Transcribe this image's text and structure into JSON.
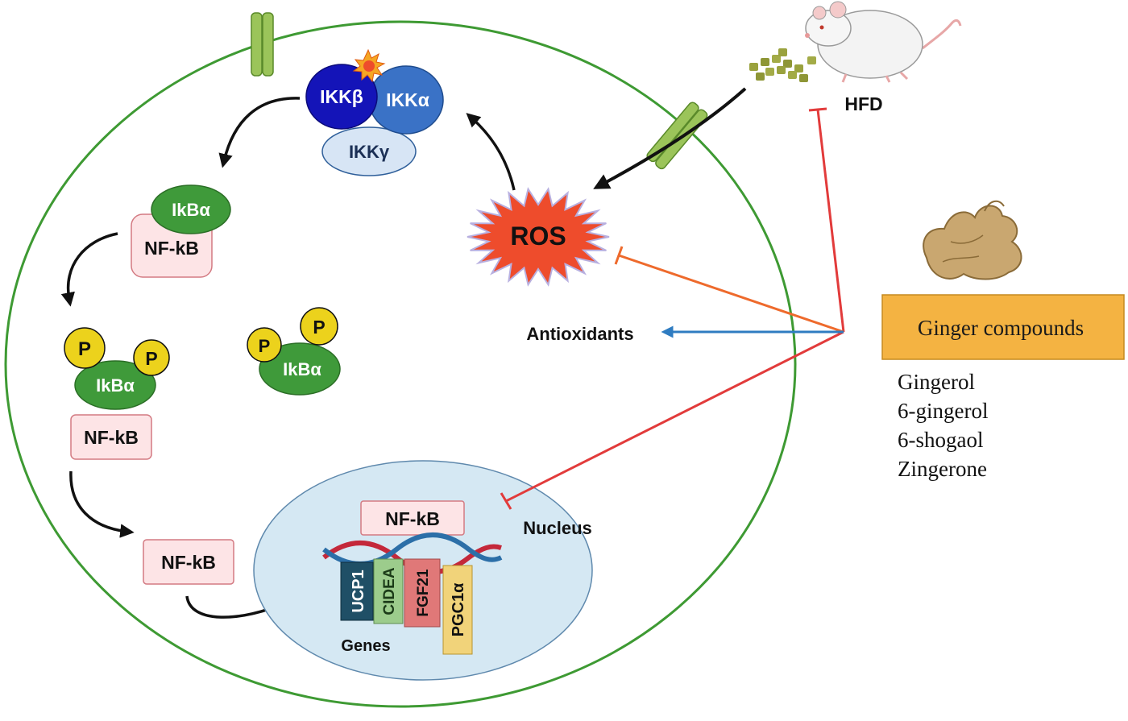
{
  "labels": {
    "ikk_beta": "IKKβ",
    "ikk_alpha": "IKKα",
    "ikk_gamma": "IKKγ",
    "ikba": "IkBα",
    "nfkb": "NF-kB",
    "phospho": "P",
    "ros": "ROS",
    "antioxidants": "Antioxidants",
    "hfd": "HFD",
    "nucleus": "Nucleus",
    "genes": "Genes",
    "ginger_box": "Ginger compounds"
  },
  "genes": [
    "UCP1",
    "CIDEA",
    "FGF21",
    "PGC1α"
  ],
  "compounds": [
    "Gingerol",
    "6-gingerol",
    "6-shogaol",
    "Zingerone"
  ],
  "colors": {
    "cell_membrane": "#3e9a33",
    "ikk_beta": "#1414b8",
    "ikk_alpha": "#3a72c6",
    "ikk_gamma": "#d7e5f5",
    "ikba": "#3f9a3a",
    "nfkb_fill": "#fde4e6",
    "phospho": "#ecd21c",
    "ros": "#ee4c2c",
    "nucleus": "#d5e8f3",
    "inhibit_red": "#e23b3b",
    "inhibit_orange": "#ee6a2c",
    "activate_blue": "#2f7cc1",
    "ginger_box": "#f4b342",
    "ucp1": "#1f4f66",
    "cidea": "#9ccc8c",
    "fgf21": "#e07878",
    "pgc1a": "#f1d37a"
  }
}
